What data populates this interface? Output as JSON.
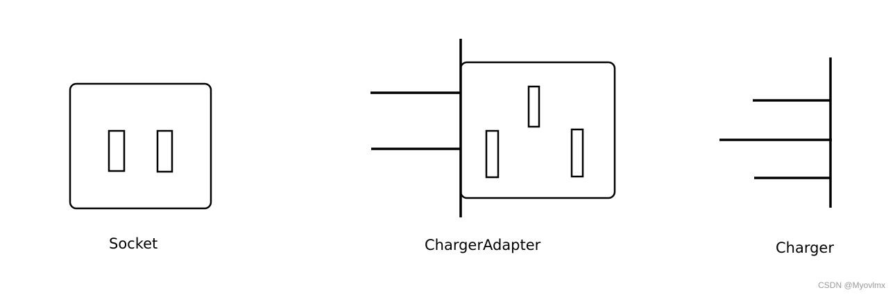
{
  "diagram": {
    "items": [
      {
        "id": "socket",
        "label": "Socket"
      },
      {
        "id": "charger-adapter",
        "label": "ChargerAdapter"
      },
      {
        "id": "charger",
        "label": "Charger"
      }
    ]
  },
  "watermark": "CSDN @Myovlmx",
  "colors": {
    "stroke": "#000000",
    "background": "#ffffff",
    "watermark": "#9a9a9a"
  }
}
